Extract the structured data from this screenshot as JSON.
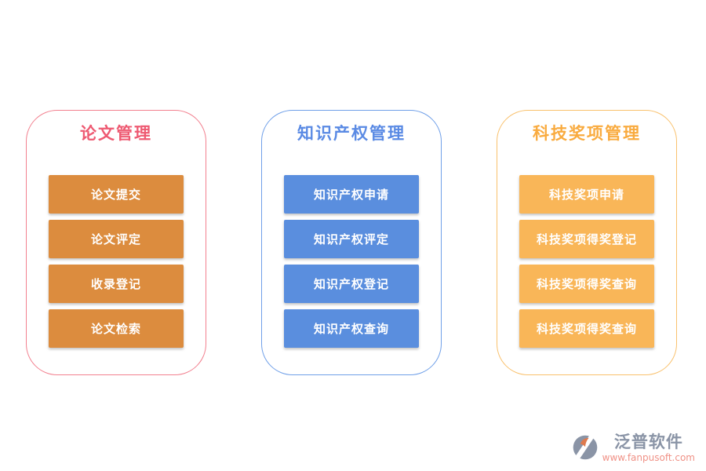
{
  "page": {
    "background": "#ffffff"
  },
  "panels": [
    {
      "id": "paper-management",
      "title": "论文管理",
      "title_color": "#ee5a72",
      "border_color": "#f2808f",
      "button_color": "#dc8c3e",
      "buttons": [
        "论文提交",
        "论文评定",
        "收录登记",
        "论文检索"
      ]
    },
    {
      "id": "ip-management",
      "title": "知识产权管理",
      "title_color": "#5a8ae4",
      "border_color": "#6f9fe8",
      "button_color": "#5a8ede",
      "buttons": [
        "知识产权申请",
        "知识产权评定",
        "知识产权登记",
        "知识产权查询"
      ]
    },
    {
      "id": "tech-award-management",
      "title": "科技奖项管理",
      "title_color": "#f9ab3f",
      "border_color": "#f9c16d",
      "button_color": "#f9b658",
      "buttons": [
        "科技奖项申请",
        "科技奖项得奖登记",
        "科技奖项得奖查询",
        "科技奖项得奖查询"
      ]
    }
  ],
  "footer_logo": {
    "name": "泛普软件",
    "url": "www.fanpusoft.com",
    "name_color": "#8a94a6",
    "url_color": "#f09186",
    "icon_gray": "#8a94a6",
    "icon_orange": "#de7a4e"
  }
}
